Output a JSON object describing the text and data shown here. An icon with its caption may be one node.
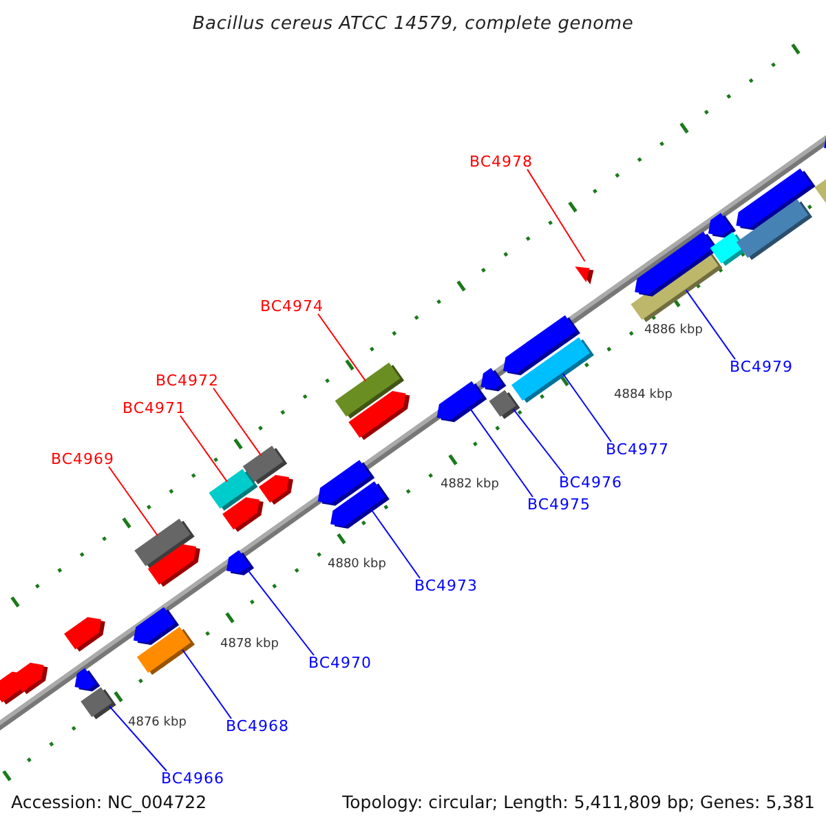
{
  "diagram": {
    "title": "Bacillus cereus ATCC 14579, complete genome",
    "nodes": [
      {
        "text": [
          "BC4978"
        ]
      },
      {
        "text": [],
        "shape": "pentagon"
      },
      {
        "text": [
          "BC4974"
        ]
      },
      {
        "text": [],
        "shape": "box"
      },
      {
        "text": [
          "BC4972"
        ]
      },
      {
        "text": [],
        "shape": "box"
      },
      {
        "text": [
          "BC4971"
        ]
      },
      {
        "text": [],
        "shape": "box"
      },
      {
        "text": [
          "BC4969"
        ]
      },
      {
        "text": [],
        "shape": "box"
      },
      {
        "text": [
          "BC4979"
        ]
      },
      {
        "text": [],
        "shape": "box"
      },
      {
        "text": [
          "BC4977"
        ]
      },
      {
        "text": [],
        "shape": "box"
      },
      {
        "text": [
          "BC4976"
        ]
      },
      {
        "text": [],
        "shape": "box"
      },
      {
        "text": [
          "BC4975"
        ]
      },
      {
        "text": [],
        "shape": "pentagon"
      },
      {
        "text": [
          "BC4973"
        ]
      },
      {
        "text": [],
        "shape": "pentagon"
      },
      {
        "text": [
          "BC4970"
        ]
      },
      {
        "text": [],
        "shape": "pentagon"
      },
      {
        "text": [
          "BC4968"
        ]
      },
      {
        "text": [],
        "shape": "box"
      },
      {
        "text": [
          "BC4966"
        ]
      },
      {
        "text": [],
        "shape": "box"
      },
      {
        "text": [],
        "shape": "pentagon"
      },
      {
        "text": [],
        "shape": "pentagon"
      },
      {
        "text": [],
        "shape": "pentagon"
      },
      {
        "text": [],
        "shape": "pentagon"
      },
      {
        "text": [],
        "shape": "pentagon"
      },
      {
        "text": [],
        "shape": "pentagon"
      },
      {
        "text": [],
        "shape": "pentagon"
      },
      {
        "text": [],
        "shape": "pentagon"
      },
      {
        "text": [],
        "shape": "pentagon"
      },
      {
        "text": [],
        "shape": "pentagon"
      },
      {
        "text": [],
        "shape": "pentagon"
      },
      {
        "text": [],
        "shape": "pentagon"
      },
      {
        "text": [],
        "shape": "pentagon"
      },
      {
        "text": [],
        "shape": "pentagon"
      },
      {
        "text": [],
        "shape": "box"
      },
      {
        "text": [],
        "shape": "pentagon"
      },
      {
        "text": [],
        "shape": "box"
      },
      {
        "text": [],
        "shape": "box"
      },
      {
        "text": [],
        "shape": "pentagon"
      }
    ],
    "edges": [
      {
        "from": 0,
        "to": 1,
        "arrow": "none",
        "color": "#ff0000"
      },
      {
        "from": 2,
        "to": 3,
        "arrow": "none",
        "color": "#ff0000"
      },
      {
        "from": 4,
        "to": 5,
        "arrow": "none",
        "color": "#ff0000"
      },
      {
        "from": 6,
        "to": 7,
        "arrow": "none",
        "color": "#ff0000"
      },
      {
        "from": 8,
        "to": 9,
        "arrow": "none",
        "color": "#ff0000"
      },
      {
        "from": 10,
        "to": 11,
        "arrow": "none"
      },
      {
        "from": 12,
        "to": 13,
        "arrow": "none"
      },
      {
        "from": 14,
        "to": 15,
        "arrow": "none"
      },
      {
        "from": 16,
        "to": 17,
        "arrow": "none"
      },
      {
        "from": 18,
        "to": 19,
        "arrow": "none"
      },
      {
        "from": 20,
        "to": 21,
        "arrow": "none"
      },
      {
        "from": 22,
        "to": 23,
        "arrow": "none"
      },
      {
        "from": 24,
        "to": 25,
        "arrow": "none"
      }
    ],
    "labels": [
      "4886 kbp",
      "4884 kbp",
      "4882 kbp",
      "4880 kbp",
      "4878 kbp",
      "4876 kbp",
      "Accession: NC_004722",
      "Topology: circular; Length: 5,411,809 bp; Genes: 5,381"
    ]
  }
}
